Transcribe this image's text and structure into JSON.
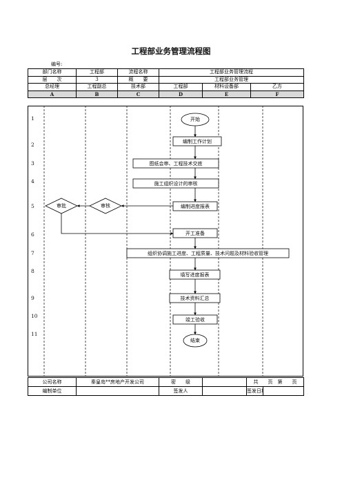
{
  "title": "工程部业务管理流程图",
  "code_label": "编号:",
  "header": {
    "dept_label": "部门名称",
    "dept_value": "工程部",
    "process_label": "流程名称",
    "process_value": "工程部业务管理流程",
    "level_label": "层　　次",
    "level_value": "3",
    "summary_label": "概　　要",
    "summary_value": "工程部业务管理",
    "roles": [
      "总经理",
      "工程副总",
      "技术部",
      "工程部",
      "材料设备部",
      "乙方"
    ],
    "columns": [
      "A",
      "B",
      "C",
      "D",
      "E",
      "F"
    ]
  },
  "row_numbers": [
    "1",
    "2",
    "3",
    "4",
    "5",
    "6",
    "7",
    "8",
    "9",
    "10",
    "11"
  ],
  "flow": {
    "start": "开始",
    "step_plan": "编制工作计划",
    "step_drawings": "图纸会审、工程技术交底",
    "step_construction_review": "施工组织设计的审核",
    "step_progress_report": "编制进度报表",
    "decision_review": "审核",
    "decision_approve": "审批",
    "step_preparation": "开工准备",
    "step_coordinate": "组织协调施工进度、工程质量、技术问题及材料验收管理",
    "step_fill_report": "填写进度报表",
    "step_summary": "技术资料汇总",
    "step_acceptance": "竣工验收",
    "end": "结束"
  },
  "footer": {
    "company_label": "公司名称",
    "company_value": "秦皇岛**房地产开发公司",
    "secret_label": "密　　级",
    "pages_label": "共　　页　第　　页",
    "unit_label": "编制单位",
    "issuer_label": "签发人",
    "date_label": "签发日期"
  }
}
